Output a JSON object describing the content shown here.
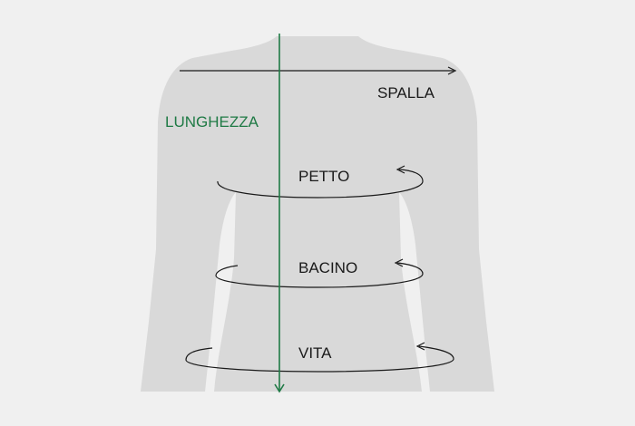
{
  "colors": {
    "background": "#f0f0f0",
    "body": "#d9d9d9",
    "line": "#1a1a1a",
    "length_accent": "#1f7a45"
  },
  "labels": {
    "length": "LUNGHEZZA",
    "shoulder": "SPALLA",
    "chest": "PETTO",
    "pelvis": "BACINO",
    "waist": "VITA"
  }
}
